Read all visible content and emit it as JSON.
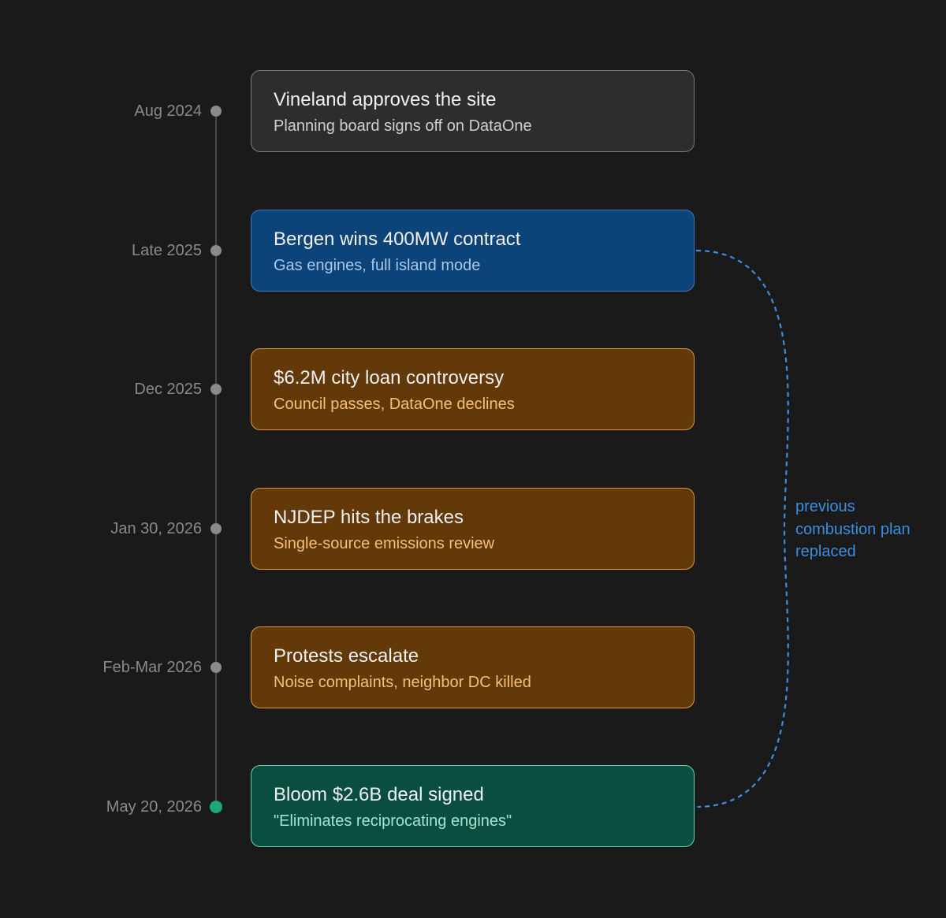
{
  "events": [
    {
      "date": "Aug 2024",
      "title": "Vineland approves the site",
      "subtitle": "Planning board signs off on DataOne",
      "style": "neutral"
    },
    {
      "date": "Late 2025",
      "title": "Bergen wins 400MW contract",
      "subtitle": "Gas engines, full island mode",
      "style": "blue"
    },
    {
      "date": "Dec 2025",
      "title": "$6.2M city loan controversy",
      "subtitle": "Council passes, DataOne declines",
      "style": "amber"
    },
    {
      "date": "Jan 30, 2026",
      "title": "NJDEP hits the brakes",
      "subtitle": "Single-source emissions review",
      "style": "amber"
    },
    {
      "date": "Feb-Mar 2026",
      "title": "Protests escalate",
      "subtitle": "Noise complaints, neighbor DC killed",
      "style": "amber"
    },
    {
      "date": "May 20, 2026",
      "title": "Bloom $2.6B deal signed",
      "subtitle": "\"Eliminates reciprocating engines\"",
      "style": "green"
    }
  ],
  "connector": {
    "from_event": 1,
    "to_event": 5,
    "label_lines": [
      "previous",
      "combustion plan",
      "replaced"
    ],
    "color": "#3b8ee0"
  },
  "colors": {
    "background": "#1a1a1a",
    "neutral_card": "#2d2d2d",
    "blue_card": "#0c4379",
    "amber_card": "#643909",
    "green_card": "#0a4e41",
    "final_dot": "#1fa67a"
  }
}
